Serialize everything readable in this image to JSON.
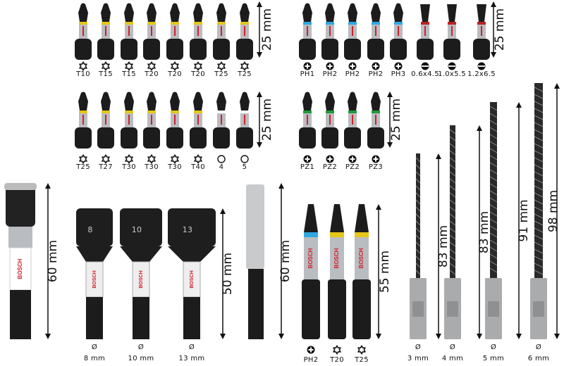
{
  "colors": {
    "torx_ring": "#e6c619",
    "phillips_ring": "#2fa8e0",
    "slot_ring": "#b8241e",
    "pozi_ring": "#1f9a3a",
    "brand_red": "#d0202a",
    "bit_black": "#1c1c1c",
    "steel": "#b9bcc0"
  },
  "brand": "BOSCH",
  "rows": [
    {
      "group": "torx-top",
      "ring": "torx_ring",
      "icon": "torx",
      "dimension": "25 mm",
      "labels": [
        "T10",
        "T15",
        "T15",
        "T20",
        "T20",
        "T20",
        "T25",
        "T25"
      ]
    },
    {
      "group": "phillips-slotted",
      "dimension": "25 mm",
      "items": [
        {
          "label": "PH1",
          "icon": "phillips",
          "ring": "phillips_ring"
        },
        {
          "label": "PH2",
          "icon": "phillips",
          "ring": "phillips_ring"
        },
        {
          "label": "PH2",
          "icon": "phillips",
          "ring": "phillips_ring"
        },
        {
          "label": "PH2",
          "icon": "phillips",
          "ring": "phillips_ring"
        },
        {
          "label": "PH3",
          "icon": "phillips",
          "ring": "phillips_ring"
        },
        {
          "label": "0.6x4.5",
          "icon": "slotted",
          "ring": "slot_ring"
        },
        {
          "label": "1.0x5.5",
          "icon": "slotted",
          "ring": "slot_ring"
        },
        {
          "label": "1.2x6.5",
          "icon": "slotted",
          "ring": "slot_ring"
        }
      ]
    },
    {
      "group": "torx-hex-second",
      "dimension": "25 mm",
      "items": [
        {
          "label": "T25",
          "icon": "torx",
          "ring": "torx_ring"
        },
        {
          "label": "T27",
          "icon": "torx",
          "ring": "torx_ring"
        },
        {
          "label": "T30",
          "icon": "torx",
          "ring": "torx_ring"
        },
        {
          "label": "T30",
          "icon": "torx",
          "ring": "torx_ring"
        },
        {
          "label": "T30",
          "icon": "torx",
          "ring": "torx_ring"
        },
        {
          "label": "T40",
          "icon": "torx",
          "ring": "torx_ring"
        },
        {
          "label": "4",
          "icon": "hex",
          "ring": ""
        },
        {
          "label": "5",
          "icon": "hex",
          "ring": ""
        }
      ]
    },
    {
      "group": "pozidriv",
      "ring": "pozi_ring",
      "icon": "pozidriv",
      "dimension": "25 mm",
      "labels": [
        "PZ1",
        "PZ2",
        "PZ2",
        "PZ3"
      ]
    }
  ],
  "holder": {
    "dimension": "60 mm"
  },
  "nutsetters": {
    "dimension": "50 mm",
    "items": [
      {
        "symbol": "Ø",
        "size": "8 mm",
        "mark": "8"
      },
      {
        "symbol": "Ø",
        "size": "10 mm",
        "mark": "10"
      },
      {
        "symbol": "Ø",
        "size": "13 mm",
        "mark": "13"
      }
    ]
  },
  "long_nutsetter": {
    "dimension": "60 mm"
  },
  "power_bits": {
    "dimension": "55 mm",
    "items": [
      {
        "label": "PH2",
        "icon": "phillips",
        "ring": "phillips_ring"
      },
      {
        "label": "T20",
        "icon": "torx",
        "ring": "torx_ring"
      },
      {
        "label": "T25",
        "icon": "torx",
        "ring": "torx_ring"
      }
    ]
  },
  "drills": [
    {
      "symbol": "Ø",
      "size": "3 mm",
      "dimension": "83 mm"
    },
    {
      "symbol": "Ø",
      "size": "4 mm",
      "dimension": "83 mm"
    },
    {
      "symbol": "Ø",
      "size": "5 mm",
      "dimension": "91 mm"
    },
    {
      "symbol": "Ø",
      "size": "6 mm",
      "dimension": "98 mm"
    }
  ]
}
